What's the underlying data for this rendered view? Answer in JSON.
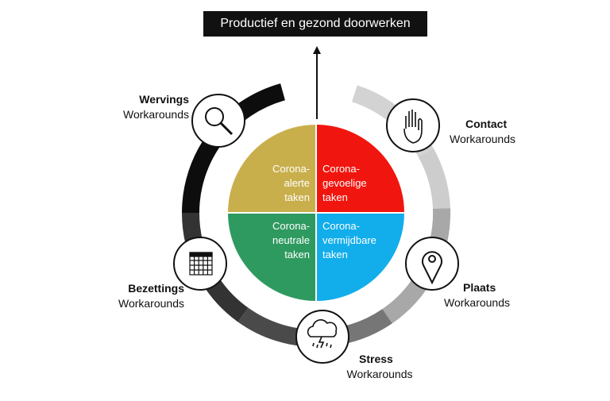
{
  "goal": "Productief en gezond doorwerken",
  "quadrants": {
    "alerte": {
      "lines": [
        "Corona-",
        "alerte",
        "taken"
      ],
      "color": "#c9af4c"
    },
    "gevoelige": {
      "lines": [
        "Corona-",
        "gevoelige",
        "taken"
      ],
      "color": "#f0160f"
    },
    "neutrale": {
      "lines": [
        "Corona-",
        "neutrale",
        "taken"
      ],
      "color": "#2f9a60"
    },
    "vermijdbare": {
      "lines": [
        "Corona-",
        "vermijdbare",
        "taken"
      ],
      "color": "#12adeb"
    }
  },
  "workarounds": {
    "wervings": {
      "title": "Wervings",
      "subtitle": "Workarounds",
      "icon": "magnifier-icon"
    },
    "contact": {
      "title": "Contact",
      "subtitle": "Workarounds",
      "icon": "hand-icon"
    },
    "plaats": {
      "title": "Plaats",
      "subtitle": "Workarounds",
      "icon": "location-pin-icon"
    },
    "stress": {
      "title": "Stress",
      "subtitle": "Workarounds",
      "icon": "storm-cloud-icon"
    },
    "bezettings": {
      "title": "Bezettings",
      "subtitle": "Workarounds",
      "icon": "calendar-grid-icon"
    }
  }
}
